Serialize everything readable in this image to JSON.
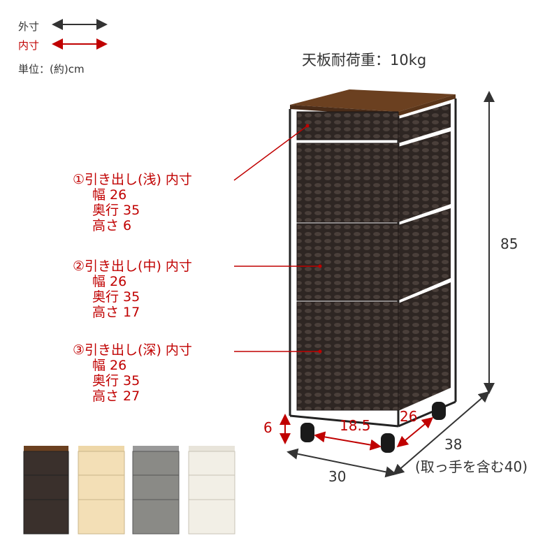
{
  "legend": {
    "outer_label": "外寸",
    "inner_label": "内寸",
    "unit": "単位：(約)cm"
  },
  "load_capacity": "天板耐荷重：10kg",
  "drawers": [
    {
      "title": "①引き出し(浅) 内寸",
      "width": "幅 26",
      "depth": "奥行 35",
      "height": "高さ  6"
    },
    {
      "title": "②引き出し(中) 内寸",
      "width": "幅 26",
      "depth": "奥行 35",
      "height": "高さ  17"
    },
    {
      "title": "③引き出し(深) 内寸",
      "width": "幅 26",
      "depth": "奥行 35",
      "height": "高さ  27"
    }
  ],
  "dimensions": {
    "height": "85",
    "width": "30",
    "depth": "38",
    "depth_note": "(取っ手を含む40)",
    "caster_height": "6",
    "caster_width": "18.5",
    "caster_depth": "26"
  },
  "colors": {
    "outer": "#333333",
    "inner": "#c00000",
    "variants": [
      "#3a302c",
      "#f3dfb6",
      "#8a8a86",
      "#f2efe6"
    ]
  }
}
